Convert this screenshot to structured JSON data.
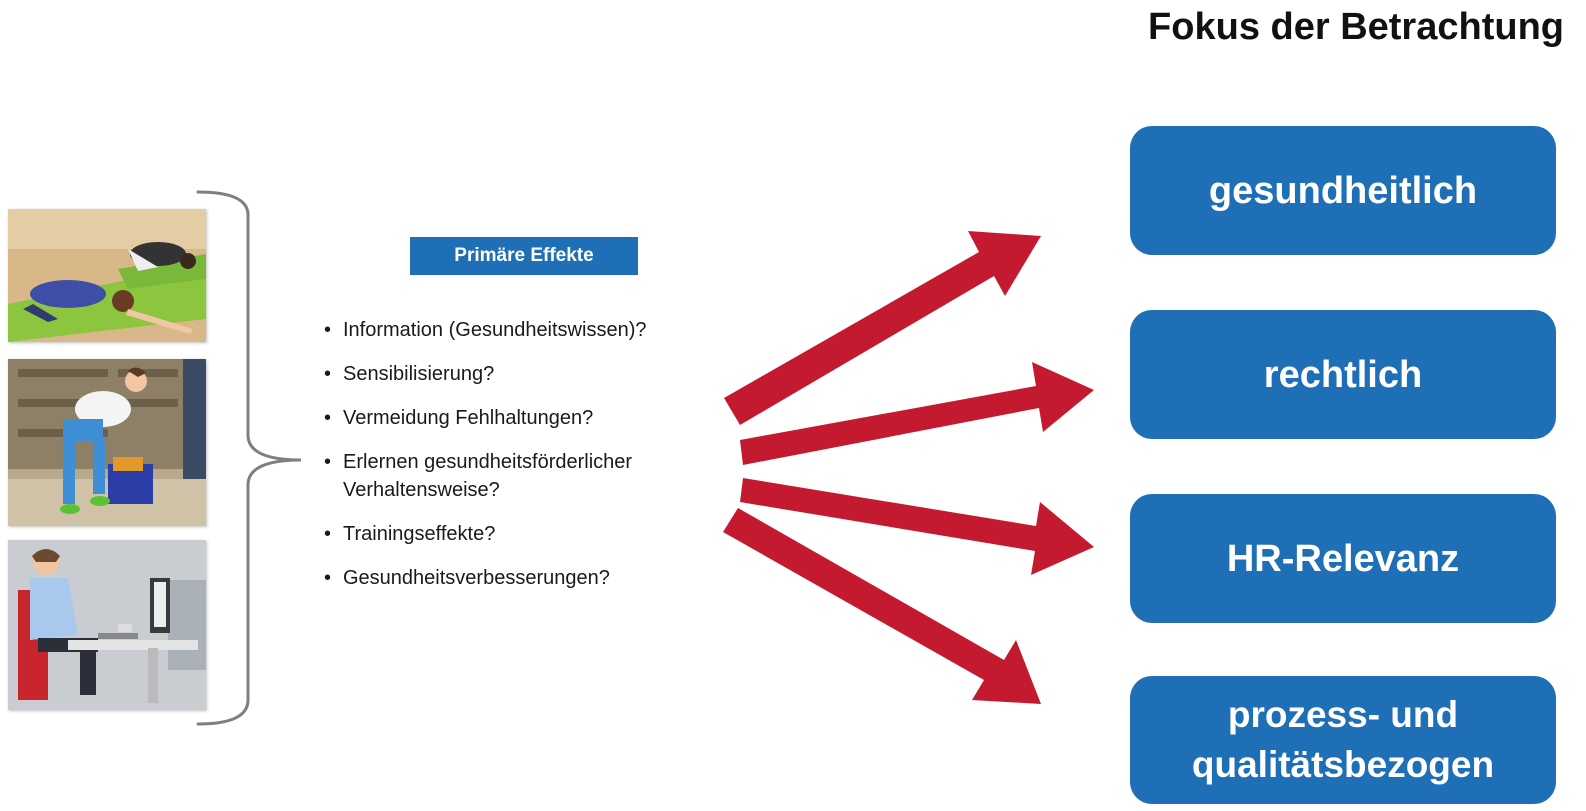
{
  "heading": "Fokus der Betrachtung",
  "primary_tag": "Primäre Effekte",
  "questions": [
    "Information (Gesundheitswissen)?",
    "Sensibilisierung?",
    "Vermeidung Fehlhaltungen?",
    "Erlernen gesundheitsförderlicher Verhaltensweise?",
    "Trainingseffekte?",
    "Gesundheitsverbesserungen?"
  ],
  "focus_areas": [
    "gesundheitlich",
    "rechtlich",
    "HR-Relevanz",
    "prozess- und qualitätsbezogen"
  ],
  "colors": {
    "box_blue": "#1f6fb6",
    "arrow_red": "#c41a30",
    "brace_gray": "#7f7f7f"
  }
}
